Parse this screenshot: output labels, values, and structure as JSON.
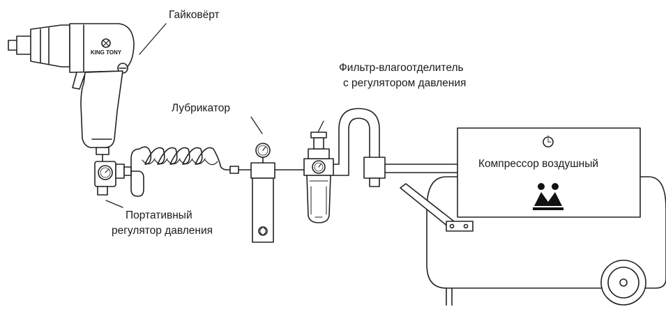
{
  "labels": {
    "impact_wrench": "Гайковёрт",
    "lubricator": "Лубрикатор",
    "filter_line1": "Фильтр-влагоотделитель",
    "filter_line2": "с регулятором давления",
    "compressor": "Компрессор воздушный",
    "regulator_line1": "Портативный",
    "regulator_line2": "регулятор давления",
    "tool_brand": "KING TONY"
  },
  "icons": {
    "compressor_logo": "compressor-brand-logo-icon",
    "gauge": "pressure-gauge-icon"
  }
}
